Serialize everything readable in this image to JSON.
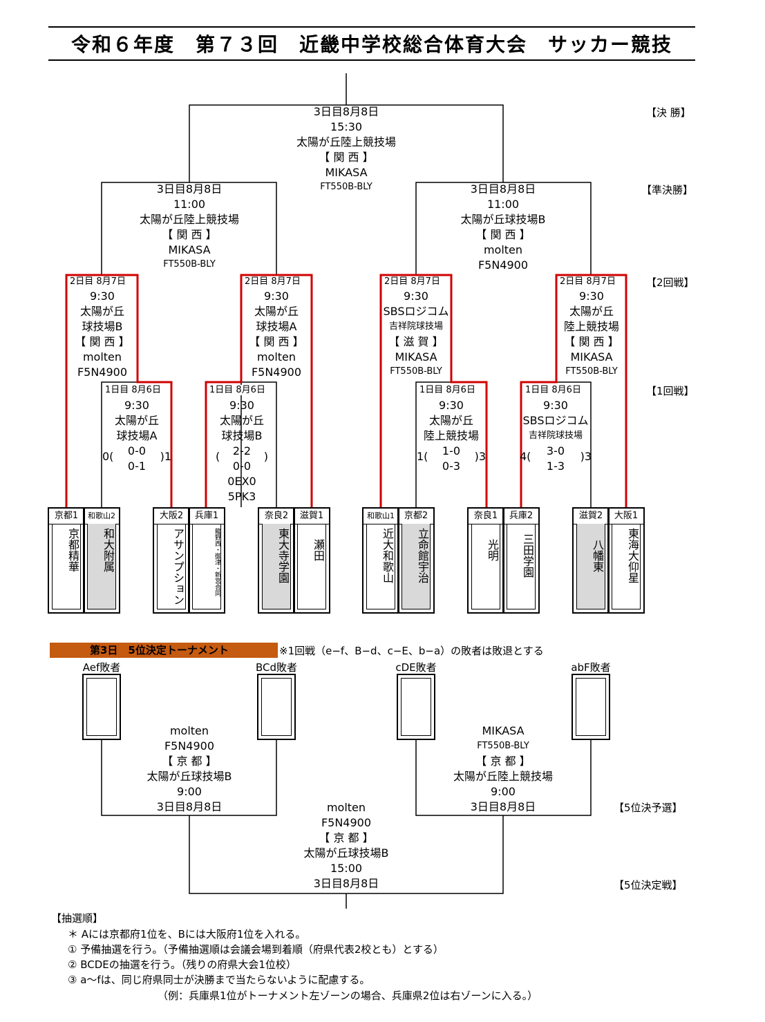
{
  "title": "令和６年度　第７３回　近畿中学校総合体育大会　サッカー競技",
  "rounds": {
    "final": "【決 勝】",
    "semi": "【準決勝】",
    "r2": "【2回戦】",
    "r1": "【1回戦】",
    "p5": "【5位決予選】",
    "f5": "【5位決定戦】"
  },
  "final": {
    "day": "3日目8月8日",
    "time": "15:30",
    "venue": "太陽が丘陸上競技場",
    "region": "【 関 西 】",
    "ball": "MIKASA",
    "model": "FT550B-BLY"
  },
  "semi_left": {
    "day": "3日目8月8日",
    "time": "11:00",
    "venue": "太陽が丘陸上競技場",
    "region": "【 関 西 】",
    "ball": "MIKASA",
    "model": "FT550B-BLY"
  },
  "semi_right": {
    "day": "3日目8月8日",
    "time": "11:00",
    "venue": "太陽が丘球技場B",
    "region": "【 関 西 】",
    "ball": "molten",
    "model": "F5N4900"
  },
  "r2": [
    {
      "hdr": "2日目 8月7日",
      "time": "9:30",
      "v1": "太陽が丘",
      "v2": "球技場B",
      "region": "【 関 西 】",
      "ball": "molten",
      "model": "F5N4900"
    },
    {
      "hdr": "2日目 8月7日",
      "time": "9:30",
      "v1": "太陽が丘",
      "v2": "球技場A",
      "region": "【 関 西 】",
      "ball": "molten",
      "model": "F5N4900"
    },
    {
      "hdr": "2日目 8月7日",
      "time": "9:30",
      "v1": "SBSロジコム",
      "v2": "吉祥院球技場",
      "region": "【 滋 賀 】",
      "ball": "MIKASA",
      "model": "FT550B-BLY"
    },
    {
      "hdr": "2日目 8月7日",
      "time": "9:30",
      "v1": "太陽が丘",
      "v2": "陸上競技場",
      "region": "【 関 西 】",
      "ball": "MIKASA",
      "model": "FT550B-BLY"
    }
  ],
  "r1": [
    {
      "hdr": "1日目 8月6日",
      "time": "9:30",
      "v1": "太陽が丘",
      "v2": "球技場A",
      "left": "0(",
      "s1": "0-0",
      "s2": "0-1",
      "right": ")1",
      "extra1": "",
      "extra2": ""
    },
    {
      "hdr": "1日目 8月6日",
      "time": "9:30",
      "v1": "太陽が丘",
      "v2": "球技場B",
      "left": "(",
      "s1": "2-2",
      "s2": "0-0",
      "right": ")",
      "extra1": "0EX0",
      "extra2": "5PK3"
    },
    {
      "hdr": "1日目 8月6日",
      "time": "9:30",
      "v1": "太陽が丘",
      "v2": "陸上競技場",
      "left": "1(",
      "s1": "1-0",
      "s2": "0-3",
      "right": ")3",
      "extra1": "",
      "extra2": ""
    },
    {
      "hdr": "1日目 8月6日",
      "time": "9:30",
      "v1": "SBSロジコム",
      "v2": "吉祥院球技場",
      "left": "4(",
      "s1": "3-0",
      "s2": "1-3",
      "right": ")3",
      "extra1": "",
      "extra2": ""
    }
  ],
  "teams": [
    {
      "pref": "京都1",
      "name": "京都精華"
    },
    {
      "pref": "和歌山2",
      "name": "和大附属"
    },
    {
      "pref": "大阪2",
      "name": "アサンプション"
    },
    {
      "pref": "兵庫1",
      "name": "龍野西・御津・新宮合同"
    },
    {
      "pref": "奈良2",
      "name": "東大寺学園"
    },
    {
      "pref": "滋賀1",
      "name": "瀬田"
    },
    {
      "pref": "和歌山1",
      "name": "近大和歌山"
    },
    {
      "pref": "京都2",
      "name": "立命館宇治"
    },
    {
      "pref": "奈良1",
      "name": "光明"
    },
    {
      "pref": "兵庫2",
      "name": "三田学園"
    },
    {
      "pref": "滋賀2",
      "name": "八幡東"
    },
    {
      "pref": "大阪1",
      "name": "東海大仰星"
    }
  ],
  "fifth": {
    "banner": "第3日　5位決定トーナメント",
    "note": "※1回戦（e−f、B−d、c−E、b−a）の敗者は敗退とする",
    "losers": [
      "Aef敗者",
      "BCd敗者",
      "cDE敗者",
      "abF敗者"
    ],
    "left": {
      "ball": "molten",
      "model": "F5N4900",
      "region": "【 京 都 】",
      "venue": "太陽が丘球技場B",
      "time": "9:00",
      "day": "3日目8月8日"
    },
    "right": {
      "ball": "MIKASA",
      "model": "FT550B-BLY",
      "region": "【 京 都 】",
      "venue": "太陽が丘陸上競技場",
      "time": "9:00",
      "day": "3日目8月8日"
    },
    "final": {
      "ball": "molten",
      "model": "F5N4900",
      "region": "【 京 都 】",
      "venue": "太陽が丘球技場B",
      "time": "15:00",
      "day": "3日目8月8日"
    }
  },
  "footer": {
    "h": "【抽選順】",
    "l1": "＊ Aには京都府1位を、Bには大阪府1位を入れる。",
    "l2": "① 予備抽選を行う。（予備抽選順は会議会場到着順（府県代表2校とも）とする）",
    "l3": "② BCDEの抽選を行う。（残りの府県大会1位校）",
    "l4": "③ a～fは、同じ府県同士が決勝まで当たらないように配慮する。",
    "l5": "（例：兵庫県1位がトーナメント左ゾーンの場合、兵庫県2位は右ゾーンに入る。）"
  }
}
